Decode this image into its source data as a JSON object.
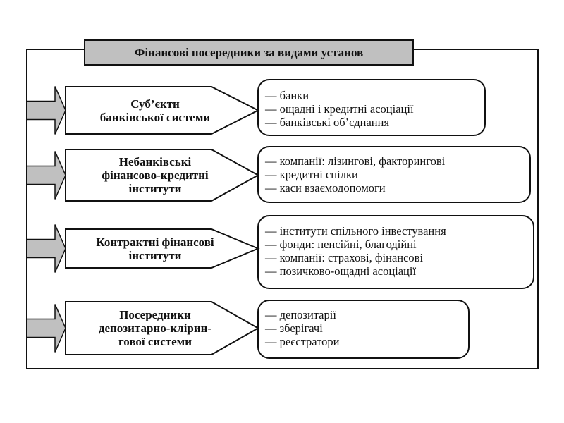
{
  "title": "Фінансові посередники за видами установ",
  "categories": [
    {
      "label_lines": [
        "Суб’єкти",
        "банківської системи"
      ],
      "items": [
        "— банки",
        "— ощадні і кредитні асоціації",
        "— банківські об’єднання"
      ]
    },
    {
      "label_lines": [
        "Небанківські",
        "фінансово-кредитні",
        "інститути"
      ],
      "items": [
        "— компанії: лізингові, факторингові",
        "— кредитні спілки",
        "— каси взаємодопомоги"
      ]
    },
    {
      "label_lines": [
        "Контрактні фінансові",
        "інститути"
      ],
      "items": [
        "— інститути спільного інвестування",
        "— фонди: пенсійні, благодійні",
        "— компанії: страхові, фінансові",
        "— позичково-ощадні асоціації"
      ]
    },
    {
      "label_lines": [
        "Посередники",
        "депозитарно-клірин-",
        "гової системи"
      ],
      "items": [
        "— депозитарії",
        "— зберігачі",
        "— реєстратори"
      ]
    }
  ],
  "colors": {
    "title_fill": "#c0c0c0",
    "arrow_fill": "#c0c0c0",
    "stroke": "#111111"
  }
}
